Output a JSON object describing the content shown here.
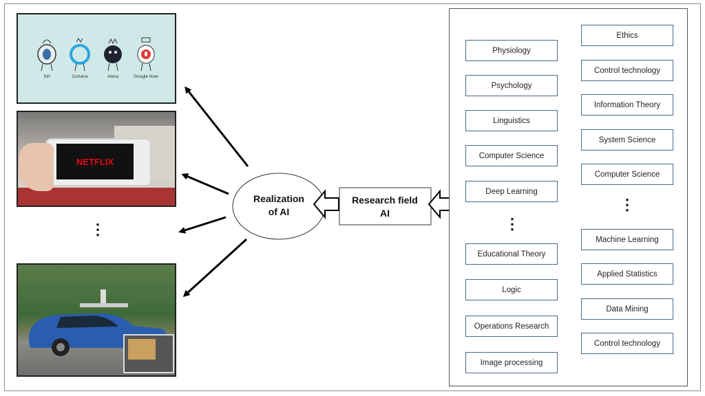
{
  "center": {
    "line1": "Realization",
    "line2": "of AI"
  },
  "research_box": {
    "line1": "Research field",
    "line2": "AI"
  },
  "left_column": [
    "Physiology",
    "Psychology",
    "Linguistics",
    "Computer Science",
    "Deep Learning",
    "Educational Theory",
    "Logic",
    "Operations Research",
    "Image processing"
  ],
  "right_column": [
    "Ethics",
    "Control technology",
    "Information Theory",
    "System Science",
    "Computer Science",
    "Machine Learning",
    "Applied Statistics",
    "Data Mining",
    "Control technology"
  ],
  "assistants": [
    "Siri",
    "Cortana",
    "Alexa",
    "Google Now"
  ],
  "netflix_logo": "NETFLIX",
  "colors": {
    "assistants_bg": "#cfe8e8",
    "netflix_red": "#e50914",
    "car_blue": "#2a5db0"
  }
}
